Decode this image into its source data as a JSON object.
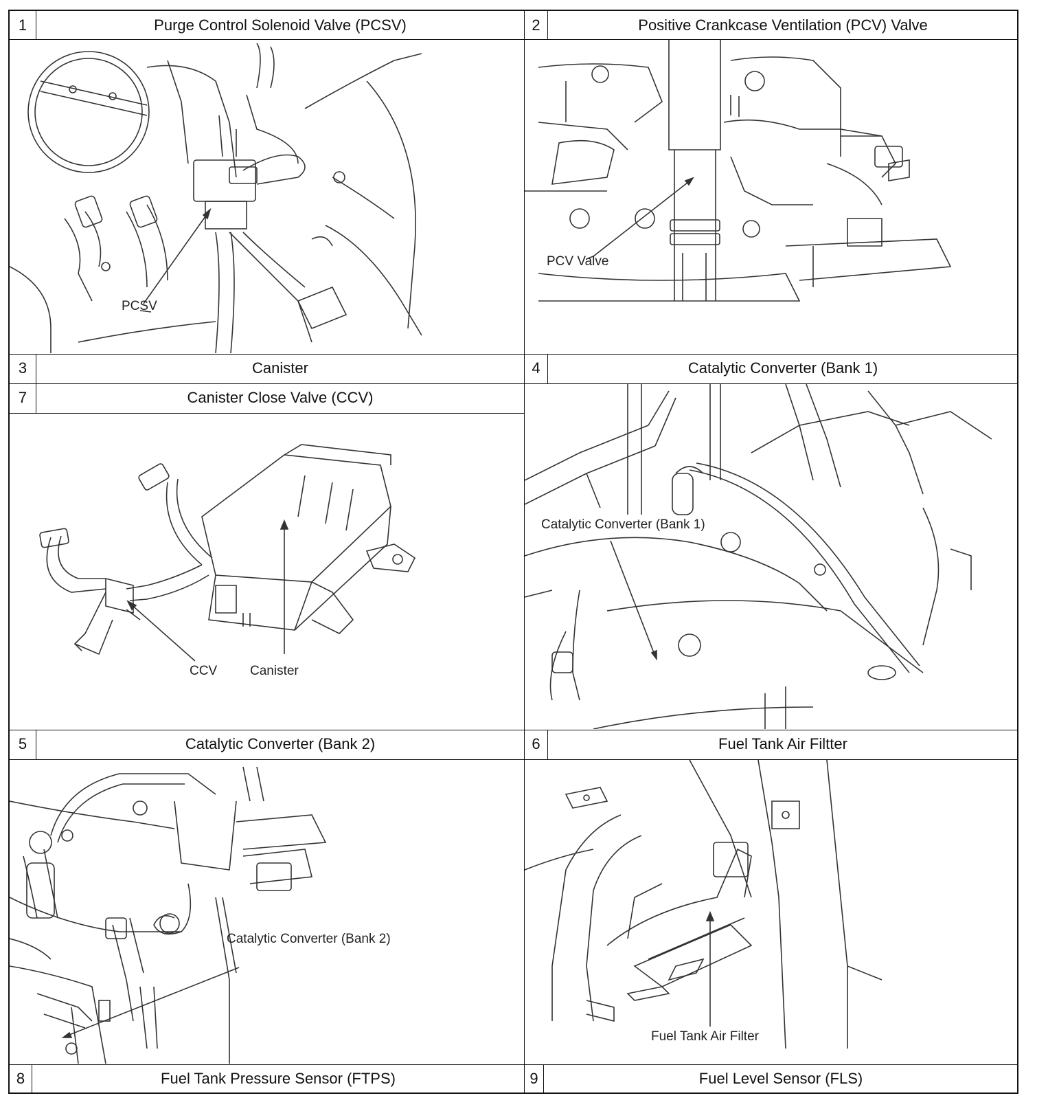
{
  "cells": [
    {
      "number": "1",
      "title": "Purge Control Solenoid Valve (PCSV)",
      "callout": "PCSV"
    },
    {
      "number": "2",
      "title": "Positive Crankcase Ventilation (PCV) Valve",
      "callout": "PCV Valve"
    },
    {
      "number": "3",
      "title": "Canister",
      "callout": "Canister"
    },
    {
      "number": "4",
      "title": "Catalytic Converter (Bank 1)",
      "callout": "Catalytic Converter (Bank 1)"
    },
    {
      "number": "7",
      "title": "Canister Close Valve (CCV)",
      "callout": "CCV"
    },
    {
      "number": "5",
      "title": "Catalytic Converter (Bank 2)",
      "callout": "Catalytic Converter (Bank 2)"
    },
    {
      "number": "6",
      "title": "Fuel Tank Air Filtter",
      "callout": "Fuel Tank Air Filter"
    },
    {
      "number": "8",
      "title": "Fuel Tank Pressure Sensor (FTPS)"
    },
    {
      "number": "9",
      "title": "Fuel Level Sensor (FLS)"
    }
  ]
}
